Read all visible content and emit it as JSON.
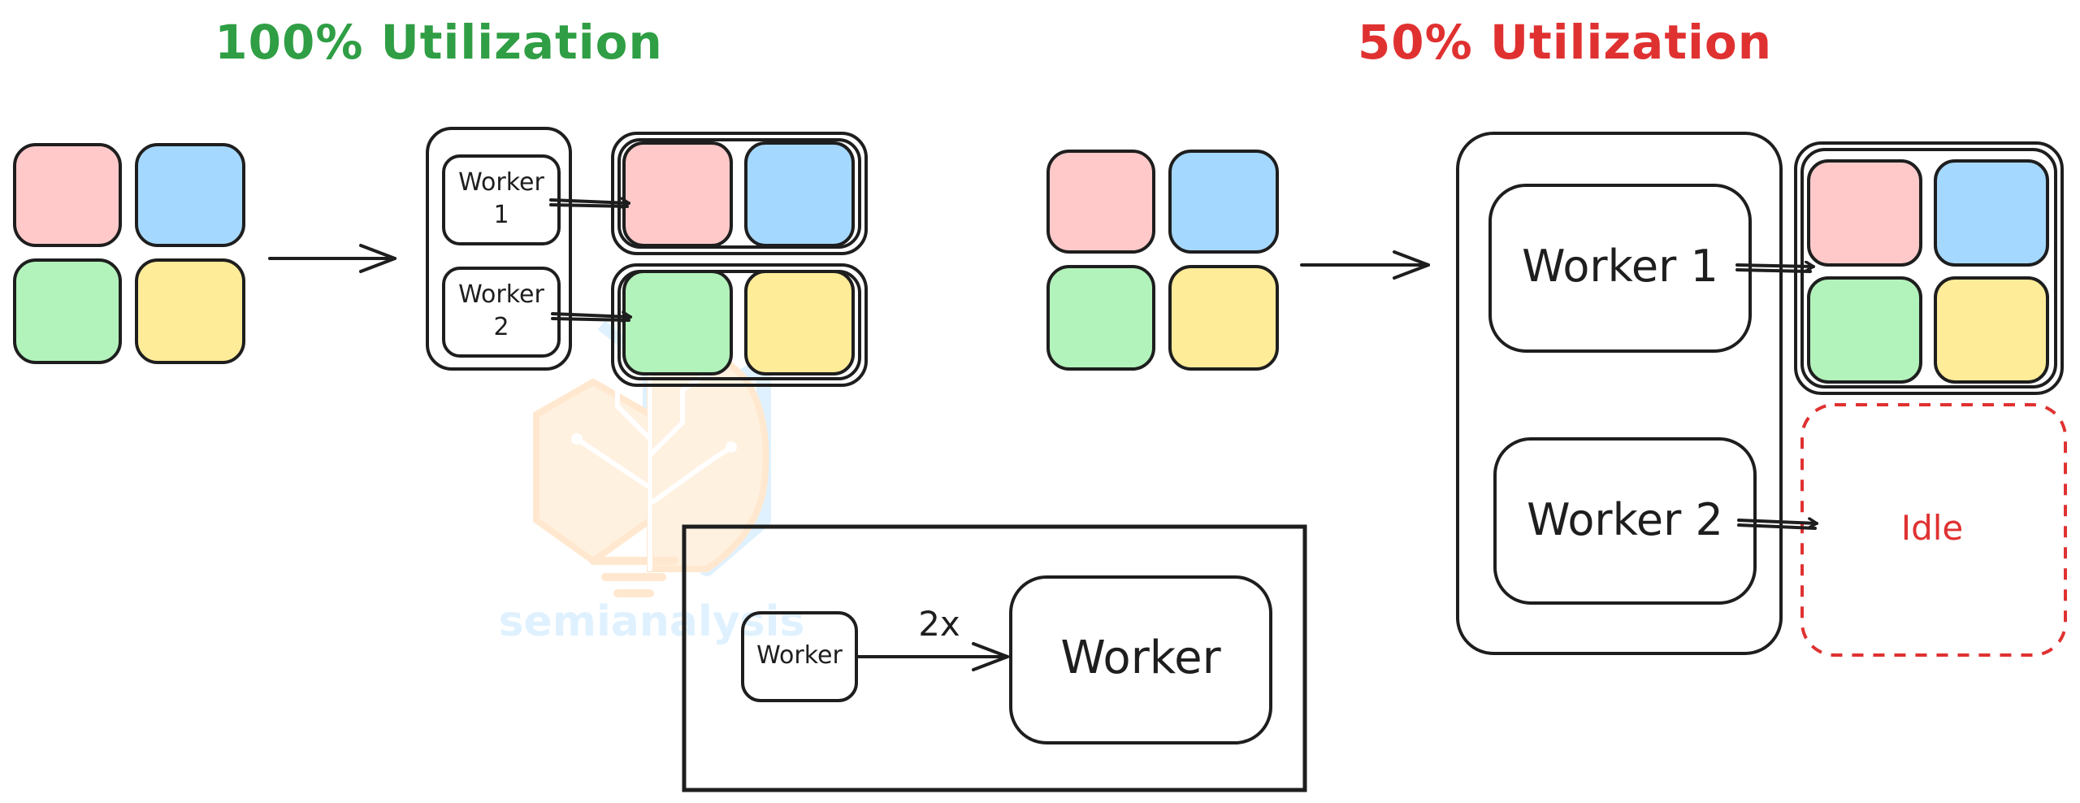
{
  "colors": {
    "pink": "#ffc9c9",
    "blue": "#a5d8ff",
    "green": "#b2f2bb",
    "yellow": "#ffec99",
    "good": "#2f9e44",
    "bad": "#e03131",
    "ink": "#1e1e1e",
    "watermark": "#a5d8ff"
  },
  "left_panel": {
    "title": "100% Utilization",
    "worker1": [
      "Worker",
      "1"
    ],
    "worker2": [
      "Worker",
      "2"
    ]
  },
  "right_panel": {
    "title": "50% Utilization",
    "worker1": "Worker 1",
    "worker2": "Worker 2",
    "idle": "Idle"
  },
  "bottom_panel": {
    "small_worker": "Worker",
    "multiplier": "2x",
    "big_worker": "Worker"
  },
  "watermark": {
    "text": "semianalysis",
    "icon": "circuit-tree-lightbulb-icon"
  }
}
